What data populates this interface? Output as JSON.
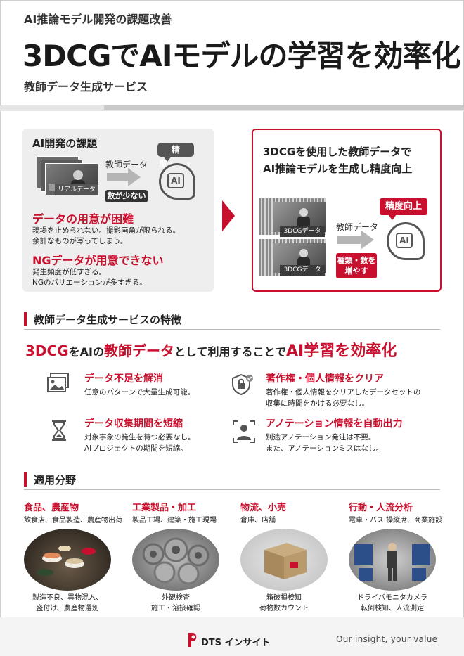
{
  "header": {
    "subtitle": "AI推論モデル開発の課題改善",
    "title": "3DCGでAIモデルの学習を効率化",
    "service": "教師データ生成サービス"
  },
  "challenge": {
    "title": "AI開発の課題",
    "real_data_label": "リアルデータ",
    "teacher_data_label": "教師データ",
    "few_badge": "数が少ない",
    "accuracy_bubble": "精度・・・",
    "ai_label": "AI",
    "problem1_title": "データの用意が困難",
    "problem1_line1": "現場を止められない。撮影画角が限られる。",
    "problem1_line2": "余計なものが写ってしまう。",
    "problem2_title": "NGデータが用意できない",
    "problem2_line1": "発生頻度が低すぎる。",
    "problem2_line2": "NGのバリエーションが多すぎる。"
  },
  "solution": {
    "title_line1": "3DCGを使用した教師データで",
    "title_line2": "AI推論モデルを生成し精度向上",
    "cg_label1": "3DCGデータ",
    "cg_label2": "3DCGデータ",
    "teacher_data_label": "教師データ",
    "increase_badge_line1": "種類・数を",
    "increase_badge_line2": "増やす",
    "accuracy_badge": "精度向上",
    "ai_label": "AI"
  },
  "features": {
    "section_title": "教師データ生成サービスの特徴",
    "tagline_a": "3DCG",
    "tagline_b": "をAIの",
    "tagline_c": "教師データ",
    "tagline_d": "として利用することで",
    "tagline_e": "AI学習を効率化",
    "items": [
      {
        "icon": "image-icon",
        "title": "データ不足を解消",
        "line1": "任意のパターンで大量生成可能。",
        "line2": ""
      },
      {
        "icon": "shield-lock-icon",
        "title": "著作権・個人情報をクリア",
        "line1": "著作権・個人情報をクリアしたデータセットの",
        "line2": "収集に時間をかける必要なし。"
      },
      {
        "icon": "hourglass-icon",
        "title": "データ収集期間を短縮",
        "line1": "対象事象の発生を待つ必要なし。",
        "line2": "AIプロジェクトの期間を短縮。"
      },
      {
        "icon": "person-scan-icon",
        "title": "アノテーション情報を自動出力",
        "line1": "別途アノテーション発注は不要。",
        "line2": "また、アノテーションミスはなし。"
      }
    ]
  },
  "applications": {
    "section_title": "適用分野",
    "items": [
      {
        "title": "食品、農産物",
        "sub": "飲食店、食品製造、農産物出荷",
        "cap1": "製造不良、異物混入、",
        "cap2": "盛付け、農産物選別"
      },
      {
        "title": "工業製品・加工",
        "sub": "製品工場、建築・施工現場",
        "cap1": "外観検査",
        "cap2": "施工・溶接確認"
      },
      {
        "title": "物流、小売",
        "sub": "倉庫、店舗",
        "cap1": "箱破損検知",
        "cap2": "荷物数カウント"
      },
      {
        "title": "行動・人流分析",
        "sub": "電車・バス 操縦席、商業施設",
        "cap1": "ドライバモニタカメラ",
        "cap2": "転倒検知、人流測定"
      }
    ]
  },
  "footer": {
    "logo_text": "DTS インサイト",
    "slogan": "Our insight, your value"
  },
  "colors": {
    "accent": "#c8102e",
    "dark": "#333333",
    "panel": "#eeeeee"
  }
}
